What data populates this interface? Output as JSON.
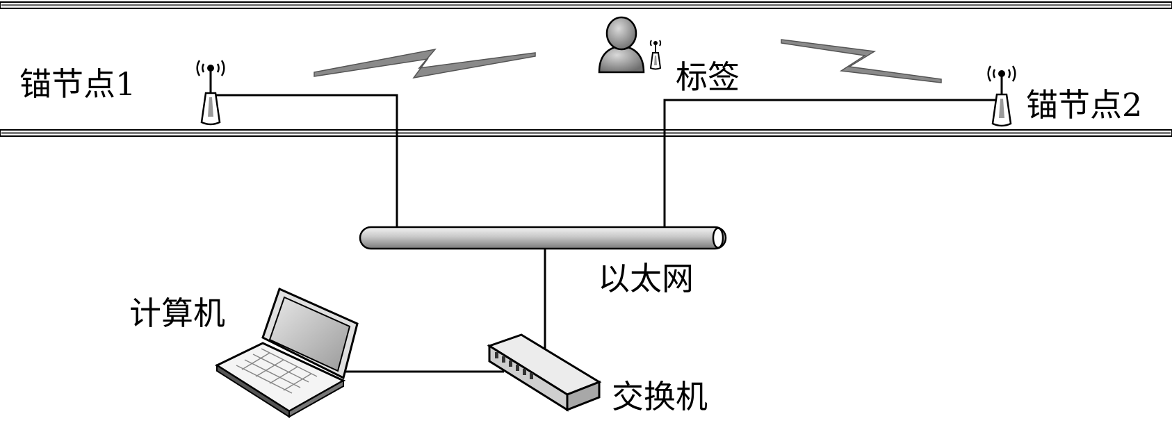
{
  "labels": {
    "anchor_node_1": "锚节点1",
    "anchor_node_2": "锚节点2",
    "tag": "标签",
    "ethernet": "以太网",
    "computer": "计算机",
    "switch": "交换机"
  },
  "icons": {
    "anchor_1": "antenna-icon",
    "anchor_2": "antenna-icon",
    "tag": "person-tag-icon",
    "computer": "laptop-icon",
    "switch": "network-switch-icon"
  },
  "colors": {
    "line": "#000000",
    "wall": "#7f7f7f",
    "signal": "#8a8a8a",
    "device_gray": "#b3b3b3"
  }
}
